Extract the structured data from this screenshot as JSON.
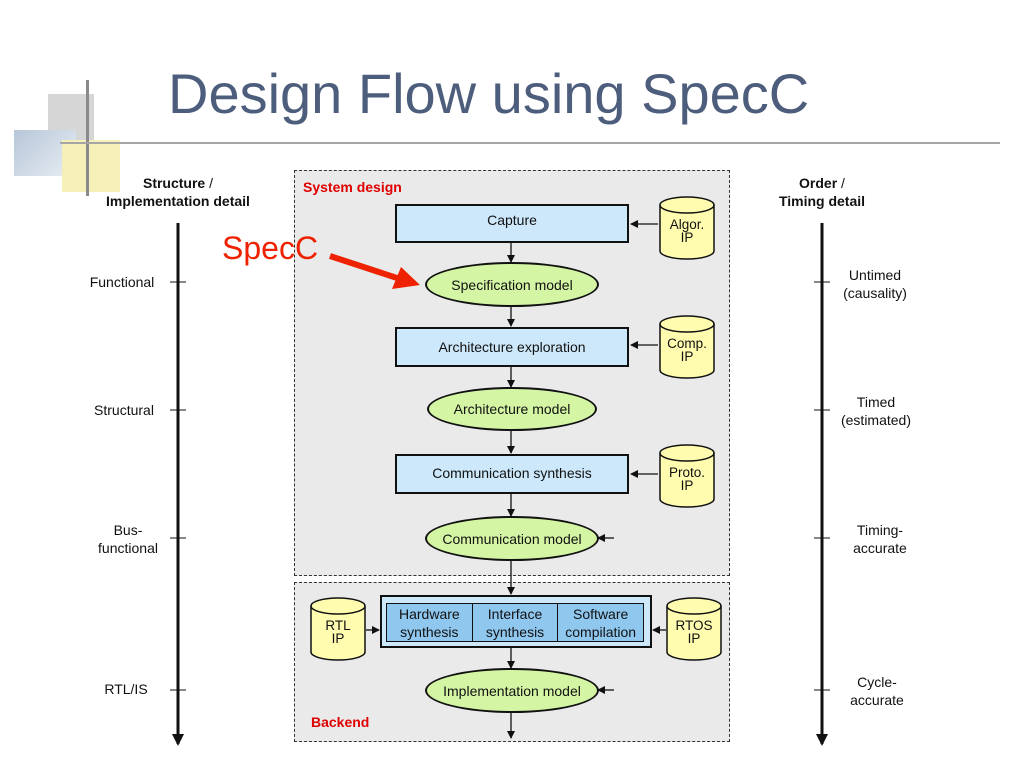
{
  "title": "Design Flow using SpecC",
  "callout": {
    "text": "SpecC",
    "color": "#ee2200"
  },
  "left_axis": {
    "heading_bold": "Structure",
    "heading_rest": " /",
    "heading_line2": "Implementation detail",
    "levels": [
      "Functional",
      "Structural",
      "Bus-\nfunctional",
      "RTL/IS"
    ]
  },
  "right_axis": {
    "heading_bold": "Order",
    "heading_rest": " /",
    "heading_line2": "Timing detail",
    "levels": [
      "Untimed\n(causality)",
      "Timed\n(estimated)",
      "Timing-\naccurate",
      "Cycle-\naccurate"
    ]
  },
  "regions": {
    "system_design": "System design",
    "backend": "Backend"
  },
  "flow": {
    "capture": "Capture",
    "specification_model": "Specification model",
    "architecture_exploration": "Architecture exploration",
    "architecture_model": "Architecture model",
    "communication_synthesis": "Communication synthesis",
    "communication_model": "Communication model",
    "hardware_synthesis": "Hardware\nsynthesis",
    "interface_synthesis": "Interface\nsynthesis",
    "software_compilation": "Software\ncompilation",
    "implementation_model": "Implementation model"
  },
  "ip_libraries": {
    "algor": [
      "Algor.",
      "IP"
    ],
    "comp": [
      "Comp.",
      "IP"
    ],
    "proto": [
      "Proto.",
      "IP"
    ],
    "rtl": [
      "RTL",
      "IP"
    ],
    "rtos": [
      "RTOS",
      "IP"
    ]
  },
  "colors": {
    "title": "#4d5d7c",
    "region_fill": "#eaeaea",
    "box_fill": "#cde8fa",
    "model_fill": "#d3f5a4",
    "ip_fill": "#fffcb0",
    "backend_inner": "#8fc7ef",
    "region_label": "#e00000"
  }
}
